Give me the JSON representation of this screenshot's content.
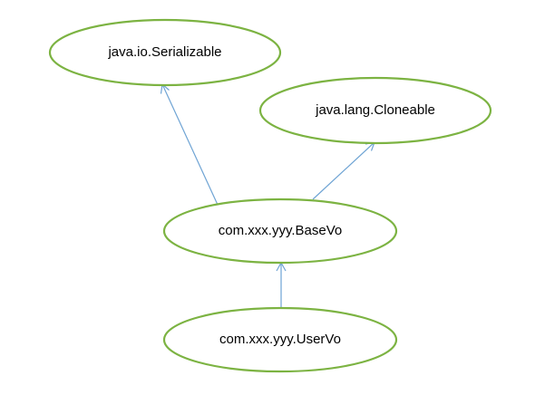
{
  "colors": {
    "node_border": "#7cb342",
    "node_fill": "#ffffff",
    "edge": "#6fa4d4",
    "text": "#000000"
  },
  "nodes": {
    "serializable": {
      "label": "java.io.Serializable"
    },
    "cloneable": {
      "label": "java.lang.Cloneable"
    },
    "basevo": {
      "label": "com.xxx.yyy.BaseVo"
    },
    "uservo": {
      "label": "com.xxx.yyy.UserVo"
    }
  },
  "edges": [
    {
      "from": "basevo",
      "to": "serializable",
      "arrow": "open"
    },
    {
      "from": "basevo",
      "to": "cloneable",
      "arrow": "open"
    },
    {
      "from": "uservo",
      "to": "basevo",
      "arrow": "open"
    }
  ]
}
